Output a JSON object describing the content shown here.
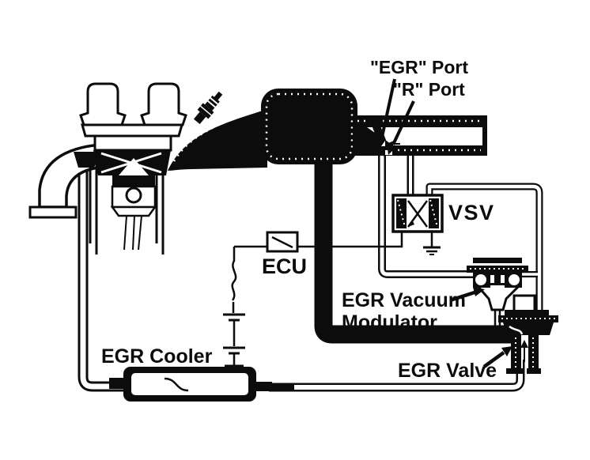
{
  "diagram": {
    "type": "automotive-vacuum-schematic",
    "colors": {
      "ink": "#0c0c0c",
      "background": "#ffffff"
    },
    "labels": {
      "egr_port": "\"EGR\" Port",
      "r_port": "\"R\" Port",
      "vsv": "VSV",
      "ecu": "ECU",
      "egr_vacuum_modulator_line1": "EGR Vacuum",
      "egr_vacuum_modulator_line2": "Modulator",
      "egr_valve": "EGR Valve",
      "egr_cooler": "EGR Cooler"
    }
  }
}
